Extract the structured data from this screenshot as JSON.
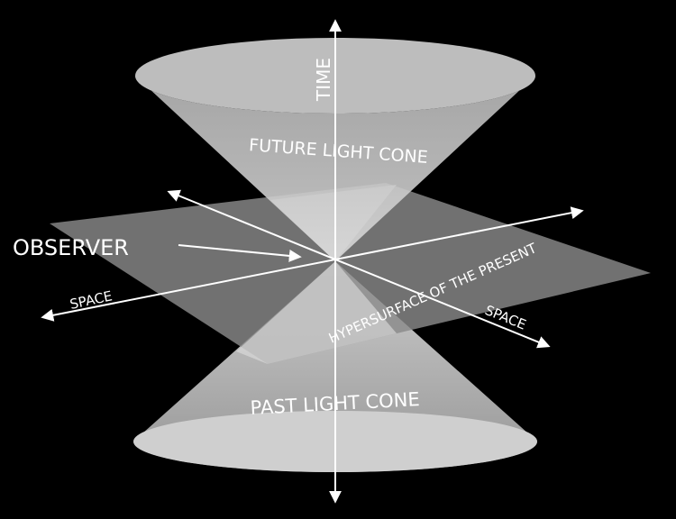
{
  "labels": {
    "time": "TIME",
    "future_cone": "FUTURE LIGHT CONE",
    "past_cone": "PAST LIGHT CONE",
    "observer": "OBSERVER",
    "hypersurface": "HYPERSURFACE  OF  THE  PRESENT",
    "space_left": "SPACE",
    "space_right": "SPACE"
  },
  "colors": {
    "background": "#000000",
    "cone_surface": "#c8c8c8",
    "cone_rim": "#bcbcbc",
    "plane": "#8a8a8a",
    "axes": "#ffffff",
    "text": "#ffffff"
  }
}
